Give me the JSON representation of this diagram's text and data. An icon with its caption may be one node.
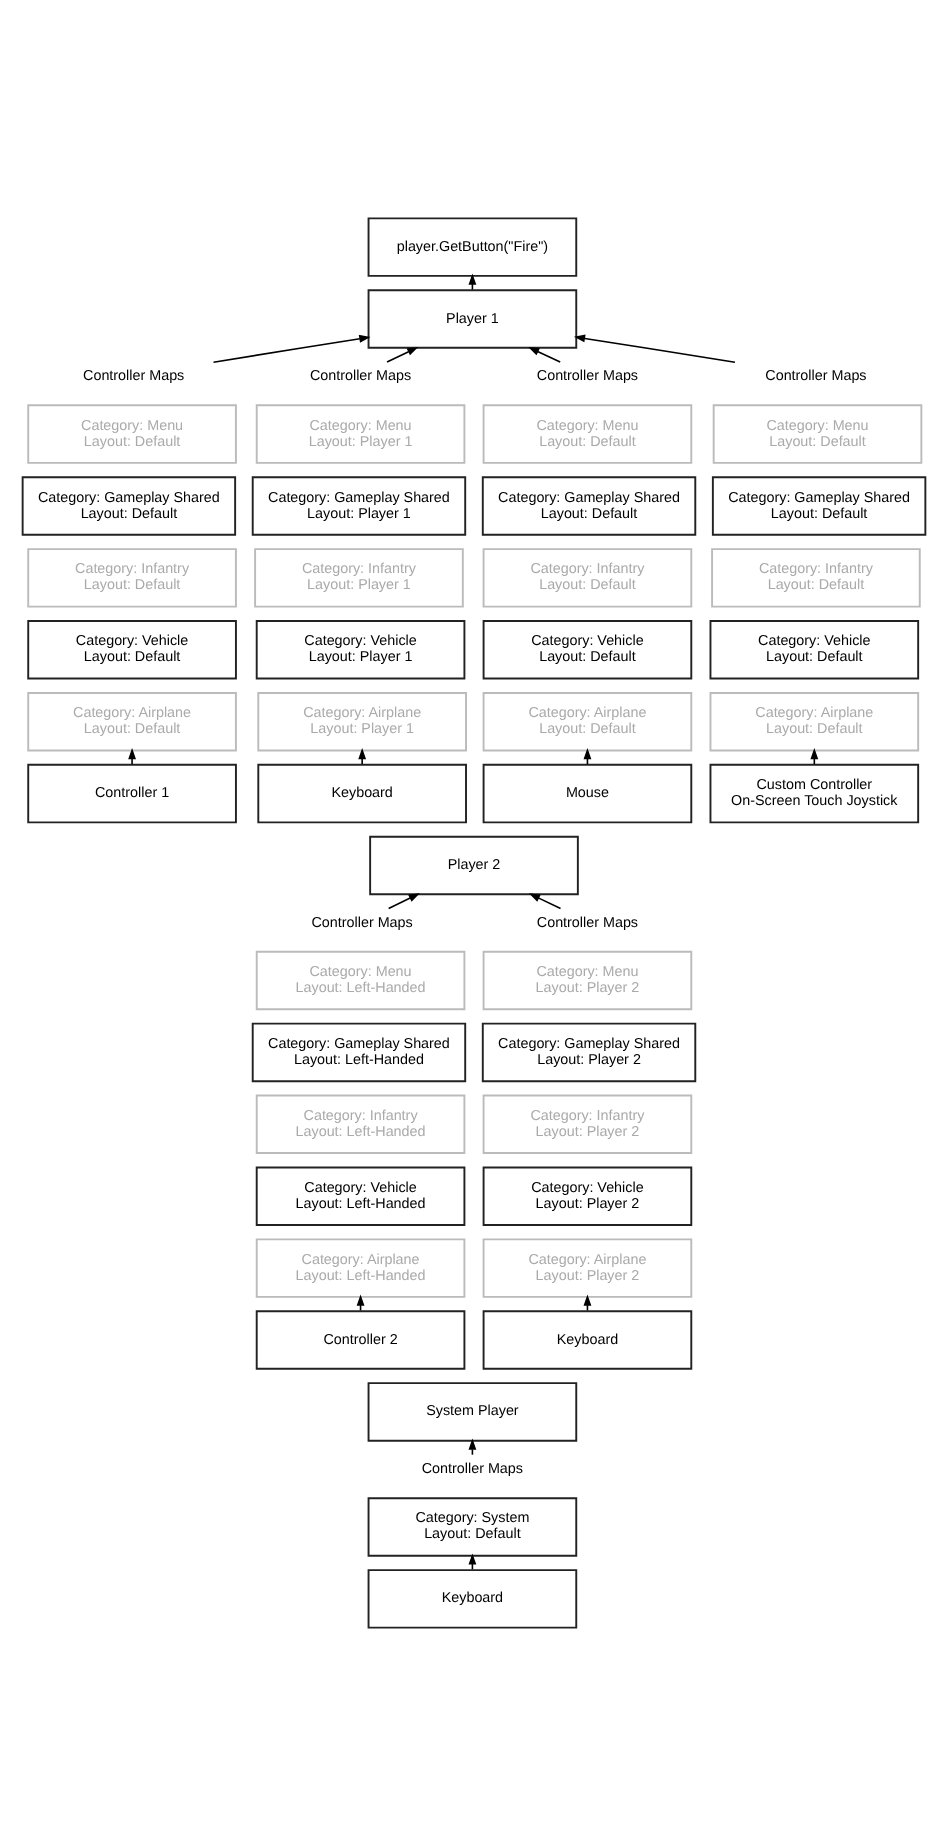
{
  "diagram": {
    "nodes": [
      {
        "text": [
          "player.GetButton(\"Fire\")"
        ]
      },
      {
        "text": [
          "Player 1"
        ]
      },
      {
        "text": [
          "Controller Maps"
        ]
      },
      {
        "text": [
          "Category: Menu",
          "Layout: Default"
        ]
      },
      {
        "text": [
          "Category: Gameplay Shared",
          "Layout: Default"
        ]
      },
      {
        "text": [
          "Category: Infantry",
          "Layout: Default"
        ]
      },
      {
        "text": [
          "Category: Vehicle",
          "Layout: Default"
        ]
      },
      {
        "text": [
          "Category: Airplane",
          "Layout: Default"
        ]
      },
      {
        "text": [
          "Controller Maps"
        ]
      },
      {
        "text": [
          "Category: Menu",
          "Layout: Player 1"
        ]
      },
      {
        "text": [
          "Category: Gameplay Shared",
          "Layout: Player 1"
        ]
      },
      {
        "text": [
          "Category: Infantry",
          "Layout: Player 1"
        ]
      },
      {
        "text": [
          "Category: Vehicle",
          "Layout: Player 1"
        ]
      },
      {
        "text": [
          "Category: Airplane",
          "Layout: Player 1"
        ]
      },
      {
        "text": [
          "Controller Maps"
        ]
      },
      {
        "text": [
          "Category: Menu",
          "Layout: Default"
        ]
      },
      {
        "text": [
          "Category: Gameplay Shared",
          "Layout: Default"
        ]
      },
      {
        "text": [
          "Category: Infantry",
          "Layout: Default"
        ]
      },
      {
        "text": [
          "Category: Vehicle",
          "Layout: Default"
        ]
      },
      {
        "text": [
          "Category: Airplane",
          "Layout: Default"
        ]
      },
      {
        "text": [
          "Controller Maps"
        ]
      },
      {
        "text": [
          "Category: Menu",
          "Layout: Default"
        ]
      },
      {
        "text": [
          "Category: Gameplay Shared",
          "Layout: Default"
        ]
      },
      {
        "text": [
          "Category: Infantry",
          "Layout: Default"
        ]
      },
      {
        "text": [
          "Category: Vehicle",
          "Layout: Default"
        ]
      },
      {
        "text": [
          "Category: Airplane",
          "Layout: Default"
        ]
      },
      {
        "text": [
          "Controller 1"
        ]
      },
      {
        "text": [
          "Keyboard"
        ]
      },
      {
        "text": [
          "Mouse"
        ]
      },
      {
        "text": [
          "Custom Controller",
          "On-Screen Touch Joystick"
        ]
      },
      {
        "text": [
          "Player 2"
        ]
      },
      {
        "text": [
          "Controller Maps"
        ]
      },
      {
        "text": [
          "Category: Menu",
          "Layout: Left-Handed"
        ]
      },
      {
        "text": [
          "Category: Gameplay Shared",
          "Layout: Left-Handed"
        ]
      },
      {
        "text": [
          "Category: Infantry",
          "Layout: Left-Handed"
        ]
      },
      {
        "text": [
          "Category: Vehicle",
          "Layout: Left-Handed"
        ]
      },
      {
        "text": [
          "Category: Airplane",
          "Layout: Left-Handed"
        ]
      },
      {
        "text": [
          "Controller Maps"
        ]
      },
      {
        "text": [
          "Category: Menu",
          "Layout: Player 2"
        ]
      },
      {
        "text": [
          "Category: Gameplay Shared",
          "Layout: Player 2"
        ]
      },
      {
        "text": [
          "Category: Infantry",
          "Layout: Player 2"
        ]
      },
      {
        "text": [
          "Category: Vehicle",
          "Layout: Player 2"
        ]
      },
      {
        "text": [
          "Category: Airplane",
          "Layout: Player 2"
        ]
      },
      {
        "text": [
          "Controller 2"
        ]
      },
      {
        "text": [
          "Keyboard"
        ]
      },
      {
        "text": [
          "System Player"
        ]
      },
      {
        "text": [
          "Controller Maps"
        ]
      },
      {
        "text": [
          "Category: System",
          "Layout: Default"
        ]
      },
      {
        "text": [
          "Keyboard"
        ]
      }
    ],
    "edges": [
      {
        "from": 1,
        "to": 0,
        "arrow": "to"
      },
      {
        "from": 2,
        "to": 1,
        "arrow": "to"
      },
      {
        "from": 8,
        "to": 1,
        "arrow": "to"
      },
      {
        "from": 14,
        "to": 1,
        "arrow": "to"
      },
      {
        "from": 20,
        "to": 1,
        "arrow": "to"
      },
      {
        "from": 26,
        "to": 7,
        "arrow": "to"
      },
      {
        "from": 27,
        "to": 13,
        "arrow": "to"
      },
      {
        "from": 28,
        "to": 19,
        "arrow": "to"
      },
      {
        "from": 29,
        "to": 25,
        "arrow": "to"
      },
      {
        "from": 31,
        "to": 30,
        "arrow": "to"
      },
      {
        "from": 37,
        "to": 30,
        "arrow": "to"
      },
      {
        "from": 43,
        "to": 36,
        "arrow": "to"
      },
      {
        "from": 44,
        "to": 42,
        "arrow": "to"
      },
      {
        "from": 46,
        "to": 45,
        "arrow": "to"
      },
      {
        "from": 48,
        "to": 47,
        "arrow": "to"
      }
    ]
  }
}
